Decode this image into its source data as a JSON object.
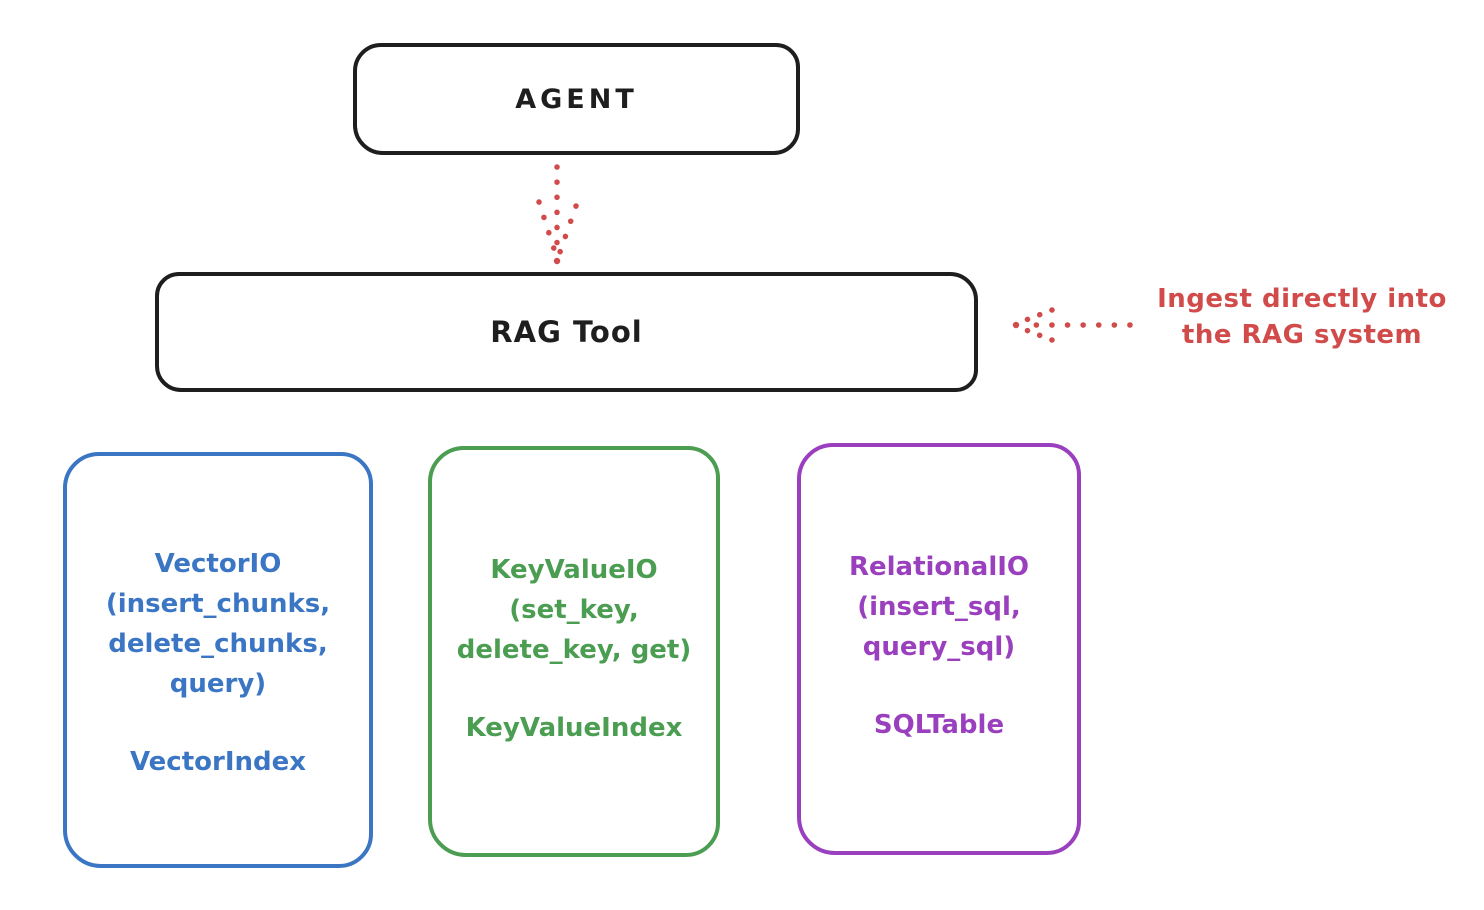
{
  "canvas": {
    "background": "#ffffff",
    "stroke": "#1e1e1e"
  },
  "agent_box": {
    "label": "AGENT"
  },
  "rag_tool_box": {
    "label": "RAG Tool"
  },
  "annotation": {
    "line1": "Ingest directly into",
    "line2": "the RAG system",
    "color": "#d14b4b"
  },
  "arrows": {
    "color": "#d14b4b",
    "agent_to_rag": "dotted-down-arrow",
    "ingest_into_rag": "dotted-left-arrow"
  },
  "backends": [
    {
      "name": "vector-io",
      "color": "#3b76c5",
      "lines": [
        "VectorIO",
        "(insert_chunks,",
        "delete_chunks,",
        "query)"
      ],
      "index_label": "VectorIndex"
    },
    {
      "name": "keyvalue-io",
      "color": "#4a9d51",
      "lines": [
        "KeyValueIO",
        "(set_key,",
        "delete_key, get)"
      ],
      "index_label": "KeyValueIndex"
    },
    {
      "name": "relational-io",
      "color": "#9a3fbe",
      "lines": [
        "RelationalIO",
        "(insert_sql,",
        "query_sql)"
      ],
      "index_label": "SQLTable"
    }
  ]
}
